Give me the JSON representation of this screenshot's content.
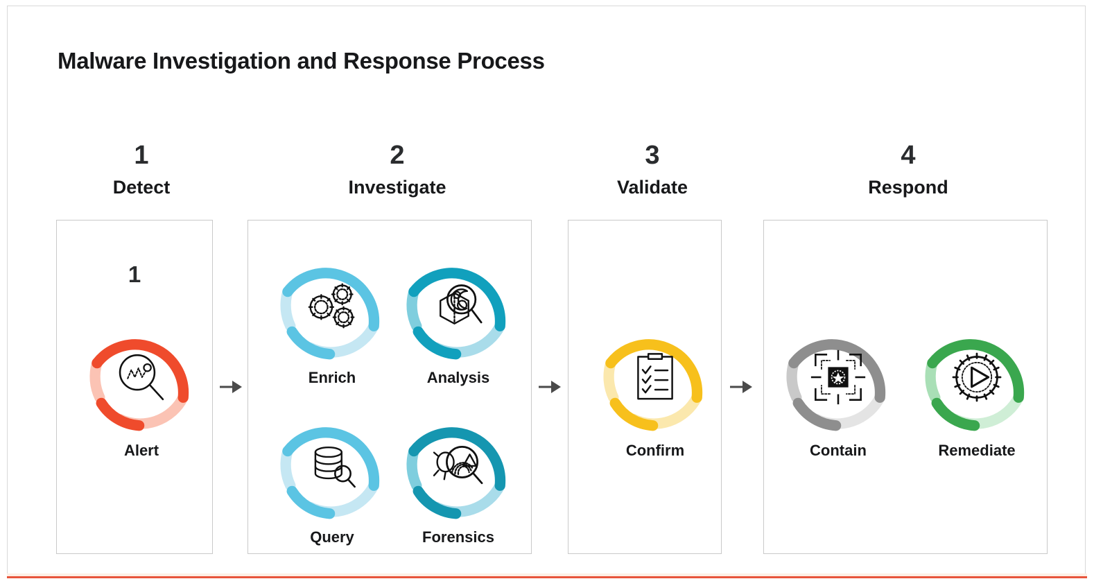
{
  "slide": {
    "title": "Malware Investigation and Response Process",
    "accent_color": "#e8553c",
    "border_color": "#d8d8d8"
  },
  "steps": [
    {
      "number": "1",
      "label": "Detect"
    },
    {
      "number": "2",
      "label": "Investigate"
    },
    {
      "number": "3",
      "label": "Validate"
    },
    {
      "number": "4",
      "label": "Respond"
    }
  ],
  "arrows": [
    {
      "name": "arrow-detect-to-investigate",
      "glyph": "right-arrow"
    },
    {
      "name": "arrow-investigate-to-validate",
      "glyph": "right-arrow"
    },
    {
      "name": "arrow-validate-to-respond",
      "glyph": "right-arrow"
    }
  ],
  "nodes": {
    "alert": {
      "caption": "Alert",
      "inner_number": "1",
      "icon": "magnifier-waveform-icon",
      "ring_color": "#ef4b2c",
      "ring_color_faded": "#fbc3b4"
    },
    "enrich": {
      "caption": "Enrich",
      "icon": "gears-icon",
      "ring_color": "#5bc4e3",
      "ring_color_faded": "#c5e7f3"
    },
    "analysis": {
      "caption": "Analysis",
      "icon": "cube-magnifier-icon",
      "ring_color": "#11a0bd",
      "ring_color_faded": "#a9dcea"
    },
    "query": {
      "caption": "Query",
      "icon": "database-search-icon",
      "ring_color": "#5bc4e3",
      "ring_color_faded": "#c5e7f3"
    },
    "forensics": {
      "caption": "Forensics",
      "icon": "bug-fingerprint-icon",
      "ring_color": "#1596b0",
      "ring_color_faded": "#a9dcea"
    },
    "confirm": {
      "caption": "Confirm",
      "icon": "clipboard-checklist-icon",
      "ring_color": "#f7c01c",
      "ring_color_faded": "#fbe8ad"
    },
    "contain": {
      "caption": "Contain",
      "icon": "quarantine-target-icon",
      "ring_color": "#8e8e8e",
      "ring_color_faded": "#dedede"
    },
    "remediate": {
      "caption": "Remediate",
      "icon": "gear-play-icon",
      "ring_color": "#3aa74e",
      "ring_color_faded": "#bfe3c6"
    }
  }
}
